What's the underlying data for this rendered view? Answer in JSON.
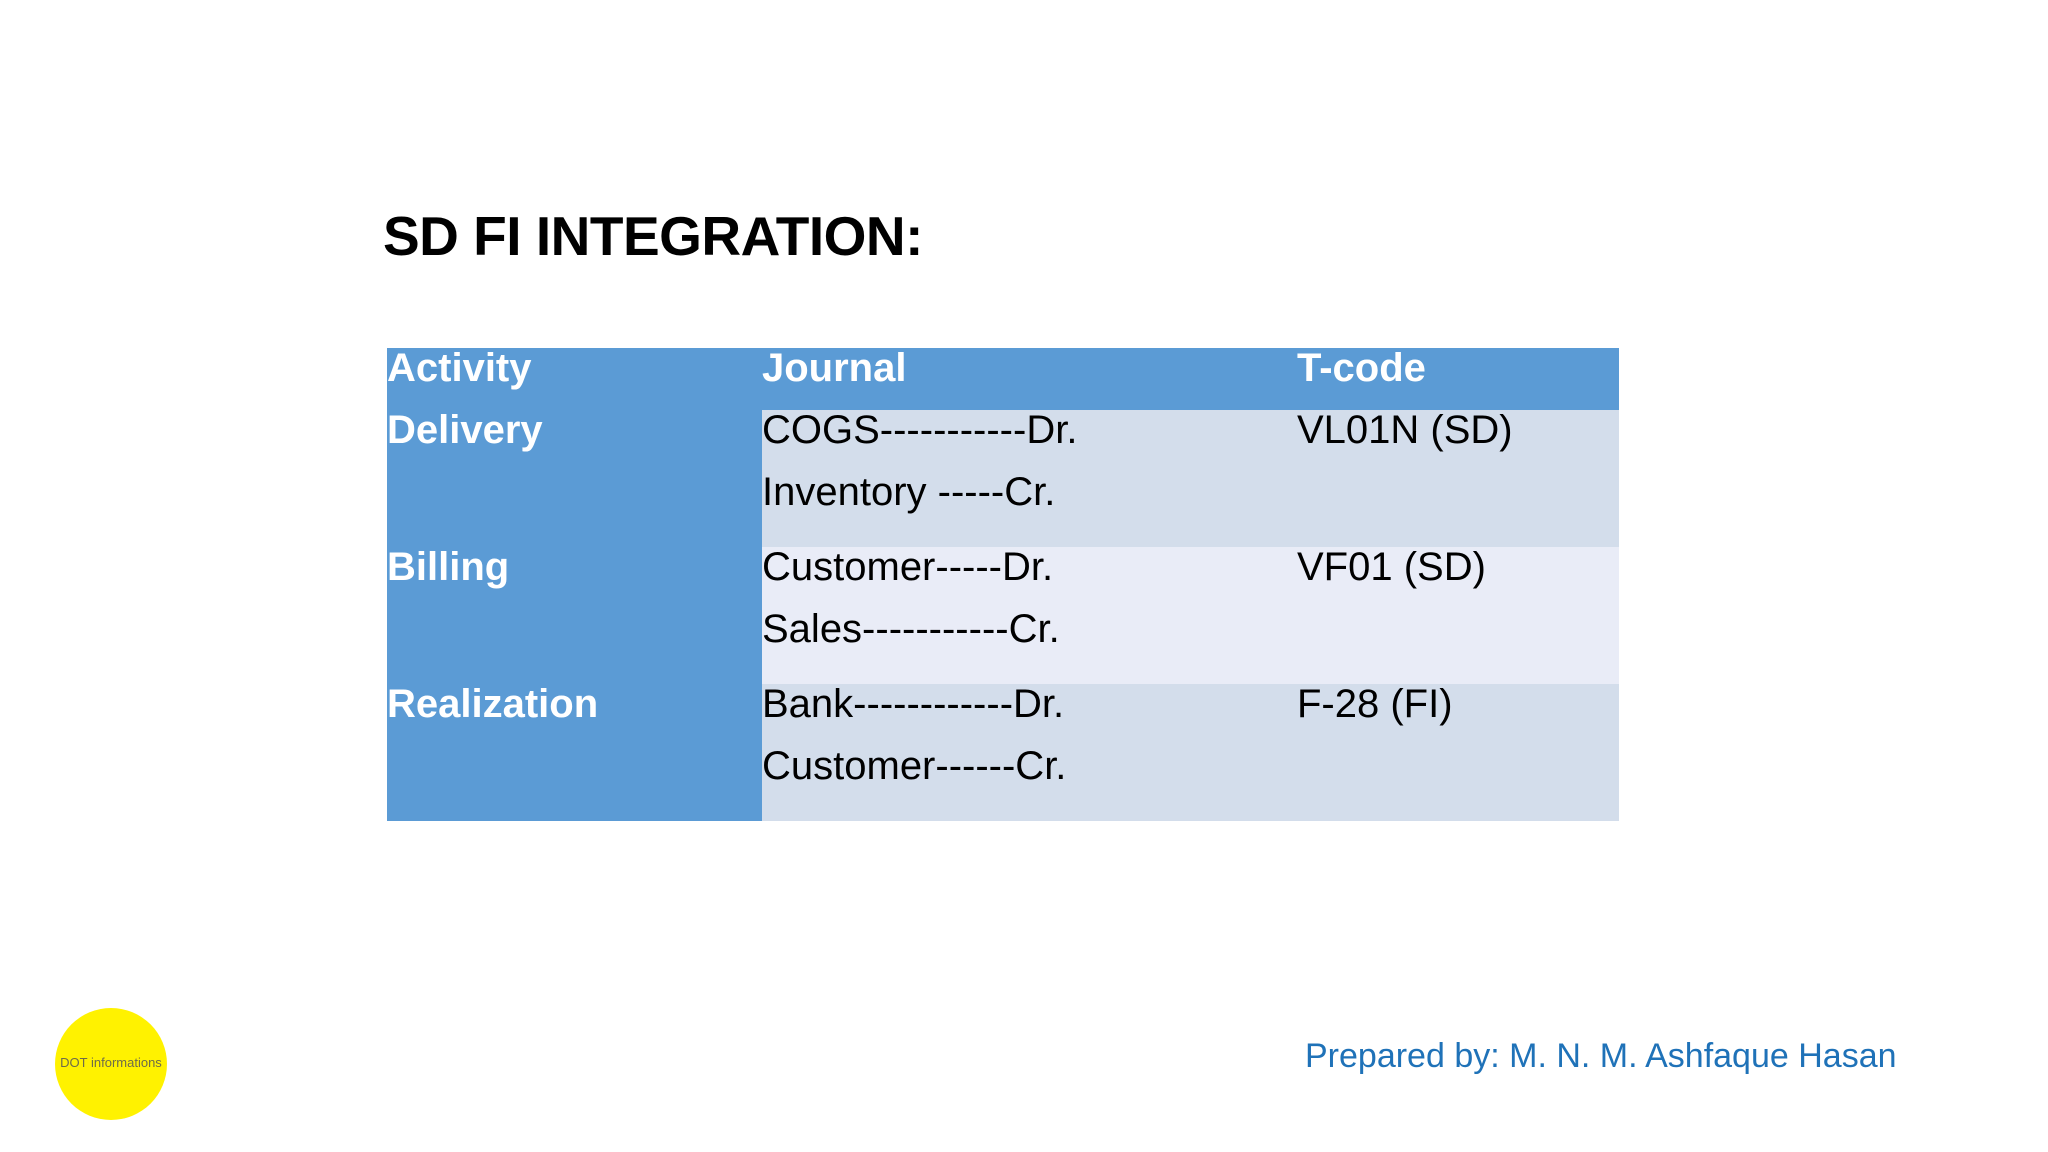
{
  "slide": {
    "title": "SD FI INTEGRATION:",
    "background_color": "#FFFFFF"
  },
  "colors": {
    "header_blue": "#5B9BD5",
    "activity_blue": "#5B9BD5",
    "row_shade_a": "#D3DDEB",
    "row_shade_b": "#E9ECF7",
    "grid_white": "#FFFFFF",
    "title_black": "#000000",
    "footer_blue": "#1F72B8",
    "logo_yellow": "#FFF200",
    "logo_text_gray": "#6E6B4A"
  },
  "table": {
    "columns": [
      "Activity",
      "Journal",
      "T-code"
    ],
    "rows": [
      {
        "activity": "Delivery",
        "journal_line1": "COGS-----------Dr.",
        "journal_line2": "Inventory -----Cr.",
        "tcode": "VL01N (SD)"
      },
      {
        "activity": "Billing",
        "journal_line1": "Customer-----Dr.",
        "journal_line2": "Sales-----------Cr.",
        "tcode": "VF01 (SD)"
      },
      {
        "activity": "Realization",
        "journal_line1": "Bank------------Dr.",
        "journal_line2": "Customer------Cr.",
        "tcode": "F-28 (FI)"
      }
    ]
  },
  "footer": {
    "credit": "Prepared by: M. N. M. Ashfaque Hasan"
  },
  "logo": {
    "text": "DOT informations"
  }
}
